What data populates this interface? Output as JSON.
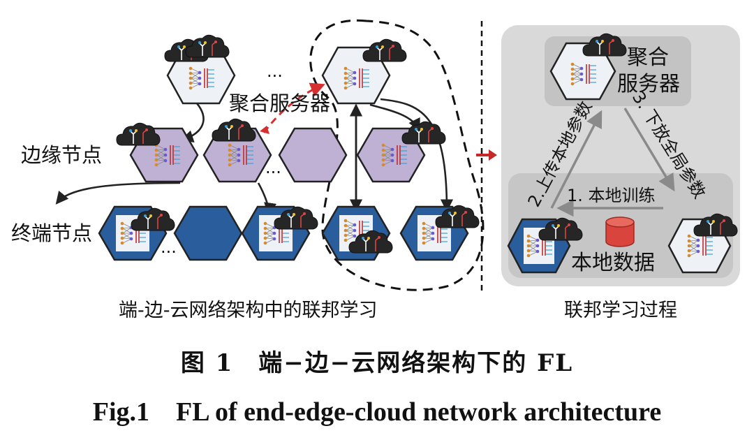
{
  "diagram": {
    "left": {
      "cloud_server_label": "聚合服务器",
      "edge_nodes_label": "边缘节点",
      "end_nodes_label": "终端节点",
      "ellipsis": "...",
      "caption": "端-边-云网络架构中的联邦学习"
    },
    "right": {
      "server_label_line1": "聚合",
      "server_label_line2": "服务器",
      "step1": "1. 本地训练",
      "step2": "2.上传本地参数",
      "step3": "3. 下放全局参数",
      "local_data": "本地数据",
      "caption": "联邦学习过程"
    },
    "colors": {
      "edge_fill": "#bfb1d3",
      "end_fill": "#2a5d9c",
      "panel_bg": "#d9d9d9",
      "inner_panel": "#c3c3c3",
      "accent_red": "#d62f2f",
      "database": "#d9443c"
    }
  },
  "figure_caption_cn": "图 1　端−边−云网络架构下的 FL",
  "figure_caption_en": "Fig.1　FL of end-edge-cloud network architecture"
}
